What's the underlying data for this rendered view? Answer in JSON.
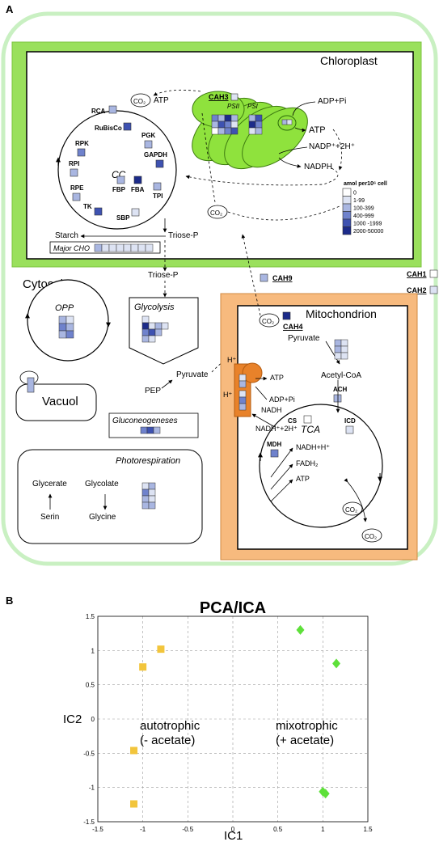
{
  "panel_a": {
    "letter": "A",
    "compartments": {
      "chloroplast": "Chloroplast",
      "cytosol": "Cytosol",
      "mitochondrion": "Mitochondrion",
      "vacuol": "Vacuol"
    },
    "chloroplast_labels": {
      "co2": "CO₂",
      "atp_top": "ATP",
      "cah3": "CAH3",
      "psii": "PSII",
      "psi": "PSI",
      "adp_pi": "ADP+Pi",
      "atp_right": "ATP",
      "nadp": "NADP⁺+2H⁺",
      "nadph": "NADPH",
      "co2_mid": "CO₂",
      "rca": "RCA",
      "rubisco": "RuBisCo",
      "pgk": "PGK",
      "rpk": "RPK",
      "gapdh": "GAPDH",
      "cc": "CC",
      "rpi": "RPI",
      "rpe": "RPE",
      "fbp": "FBP",
      "fba": "FBA",
      "tpi": "TPI",
      "tk": "TK",
      "sbp": "SBP",
      "starch": "Starch",
      "triose_p": "Triose-P",
      "major_cho": "Major CHO"
    },
    "legend": {
      "title": "amol per10⁶ cell",
      "items": [
        {
          "label": "0",
          "color": "#ffffff"
        },
        {
          "label": "1-99",
          "color": "#dde3f3"
        },
        {
          "label": "100-399",
          "color": "#a9b6e1"
        },
        {
          "label": "400-999",
          "color": "#6f82cc"
        },
        {
          "label": "1000 -1999",
          "color": "#3e52b1"
        },
        {
          "label": "2000-50000",
          "color": "#1c2b8a"
        }
      ]
    },
    "cytosol_labels": {
      "triose_p": "Triose-P",
      "cah9": "CAH9",
      "opp": "OPP",
      "glycolysis": "Glycolysis",
      "pep": "PEP",
      "pyruvate": "Pyruvate",
      "gluconeogeneses": "Gluconeogeneses",
      "photorespiration": "Photorespiration",
      "glycerate": "Glycerate",
      "serin": "Serin",
      "glycolate": "Glycolate",
      "glycine": "Glycine"
    },
    "outside_labels": {
      "cah1": "CAH1",
      "cah2": "CAH2"
    },
    "mito_labels": {
      "co2": "CO₂",
      "cah4": "CAH4",
      "pyruvate": "Pyruvate",
      "acetyl_coa": "Acetyl-CoA",
      "hplus1": "H⁺",
      "hplus2": "H⁺",
      "atp": "ATP",
      "adp_pi": "ADP+Pi",
      "nadh": "NADH",
      "nadh_2h": "NADH⁺+2H⁺",
      "ach": "ACH",
      "cs": "CS",
      "icd": "ICD",
      "tca": "TCA",
      "mdh": "MDH",
      "nadh_h": "NADH+H⁺",
      "fadh2": "FADH₂",
      "atp2": "ATP",
      "co2_a": "CO₂",
      "co2_b": "CO₂"
    }
  },
  "panel_b": {
    "letter": "B",
    "title": "PCA/ICA",
    "xlabel": "IC1",
    "ylabel": "IC2",
    "annotations": {
      "auto_line1": "autotrophic",
      "auto_line2": "(- acetate)",
      "mixo_line1": "mixotrophic",
      "mixo_line2": "(+ acetate)"
    },
    "colors": {
      "autotrophic": "#f2c53c",
      "mixotrophic": "#5ee03a"
    }
  },
  "chart_data": {
    "type": "scatter",
    "title": "PCA/ICA",
    "xlabel": "IC1",
    "ylabel": "IC2",
    "xlim": [
      -1.5,
      1.5
    ],
    "ylim": [
      -1.5,
      1.5
    ],
    "xticks": [
      -1.5,
      -1,
      -0.5,
      0,
      0.5,
      1,
      1.5
    ],
    "yticks": [
      -1.5,
      -1,
      -0.5,
      0,
      0.5,
      1,
      1.5
    ],
    "tick_labels": [
      "-1.5",
      "-1",
      "-0.5",
      "0",
      "0.5",
      "1",
      "1.5"
    ],
    "grid": true,
    "series": [
      {
        "marker": "square",
        "color": "#f2c53c",
        "points": [
          [
            -0.8,
            1.02
          ],
          [
            -1.0,
            0.76
          ],
          [
            -1.1,
            -0.46
          ],
          [
            -1.1,
            -1.24
          ]
        ]
      },
      {
        "marker": "diamond",
        "color": "#5ee03a",
        "points": [
          [
            0.75,
            1.3
          ],
          [
            1.15,
            0.81
          ],
          [
            1.0,
            -1.06
          ],
          [
            1.03,
            -1.09
          ]
        ]
      }
    ]
  }
}
